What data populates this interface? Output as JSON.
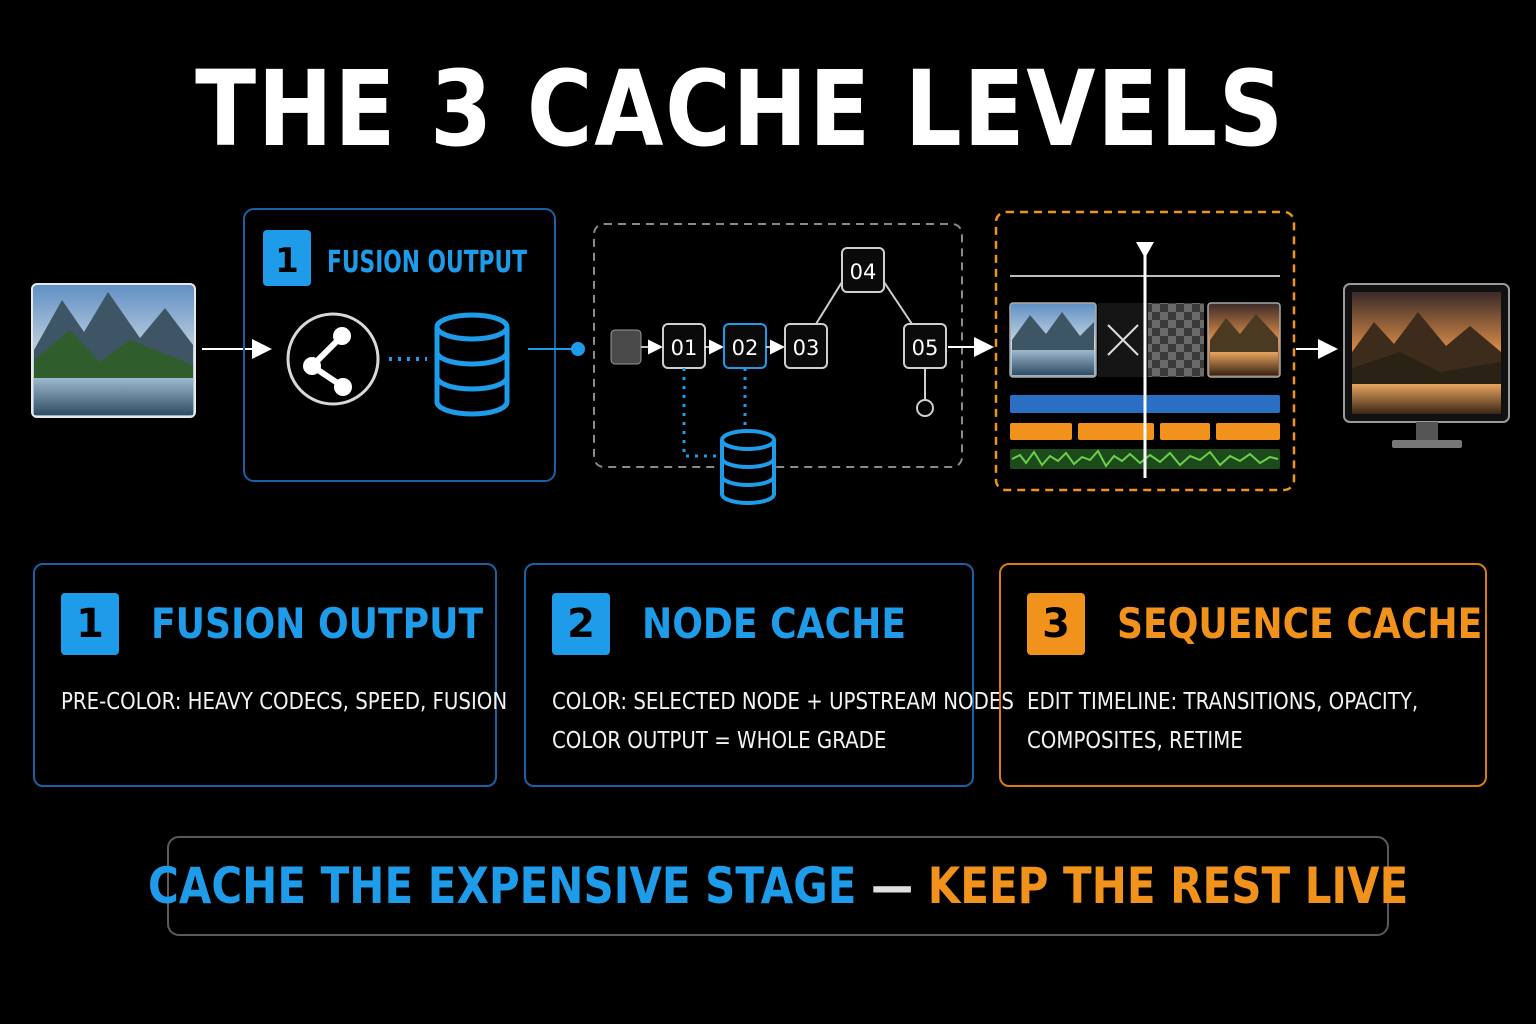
{
  "title": "THE 3 CACHE LEVELS",
  "diagram": {
    "stage1_label": "FUSION OUTPUT",
    "stage1_badge": "1",
    "nodes": [
      "01",
      "02",
      "03",
      "04",
      "05"
    ]
  },
  "cards": [
    {
      "number": "1",
      "title": "FUSION OUTPUT",
      "lines": [
        "PRE-COLOR: HEAVY CODECS, SPEED, FUSION"
      ],
      "accent": "#1e9be9"
    },
    {
      "number": "2",
      "title": "NODE CACHE",
      "lines": [
        "COLOR: SELECTED NODE + UPSTREAM NODES",
        "COLOR OUTPUT = WHOLE GRADE"
      ],
      "accent": "#1e9be9"
    },
    {
      "number": "3",
      "title": "SEQUENCE CACHE",
      "lines": [
        "EDIT TIMELINE: TRANSITIONS, OPACITY,",
        "COMPOSITES, RETIME"
      ],
      "accent": "#f0921c"
    }
  ],
  "tagline": {
    "part1": "CACHE THE EXPENSIVE STAGE",
    "separator": "—",
    "part2": "KEEP THE REST LIVE"
  },
  "colors": {
    "blue": "#1e9be9",
    "orange": "#f0921c",
    "dark_blue_border": "#1b5fa6"
  },
  "icons": [
    "landscape-thumbnail",
    "fusion-node-graph-icon",
    "database-icon",
    "monitor-icon",
    "cross-dissolve-icon",
    "playhead-icon"
  ]
}
